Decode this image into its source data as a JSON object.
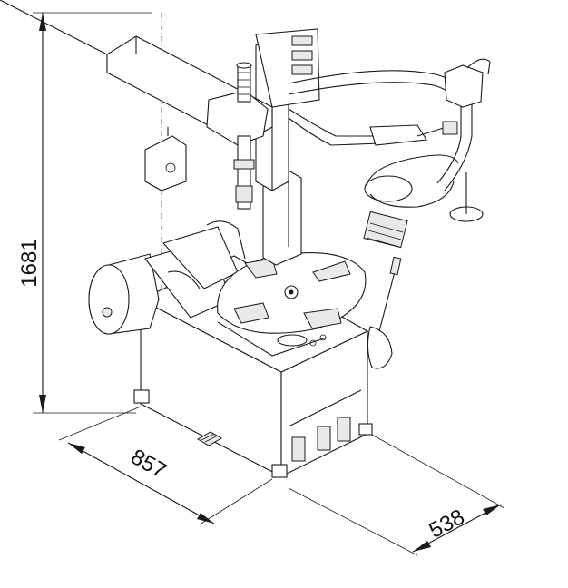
{
  "dimensions": {
    "height_label": "1681",
    "depth_label": "857",
    "width_label": "538"
  }
}
